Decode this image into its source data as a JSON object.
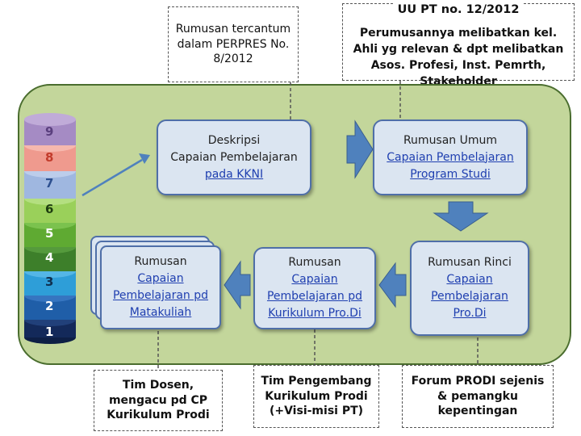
{
  "top_boxes": {
    "perpres": "Rumusan tercantum dalam PERPRES No. 8/2012",
    "uu_title": "UU PT no. 12/2012",
    "uu_body": "Perumusannya melibatkan kel. Ahli yg relevan & dpt melibatkan Asos. Profesi, Inst. Pemrth, Stakeholder"
  },
  "levels": [
    "9",
    "8",
    "7",
    "6",
    "5",
    "4",
    "3",
    "2",
    "1"
  ],
  "level_colors": {
    "9": "#a58bc4",
    "8": "#ef9a8e",
    "7": "#9fb7e0",
    "6": "#9ad05a",
    "5": "#5faa32",
    "4": "#3d7f2a",
    "3": "#2e9ed8",
    "2": "#1f5ea8",
    "1": "#13295a"
  },
  "boxes": {
    "deskripsi": {
      "line1": "Deskripsi",
      "line2": "Capaian Pembelajaran",
      "link": "pada KKNI"
    },
    "umum": {
      "line1": "Rumusan Umum",
      "link1": "Capaian Pembelajaran",
      "link2": "Program Studi"
    },
    "rinci": {
      "line1": "Rumusan Rinci",
      "link1": "Capaian",
      "link2": "Pembelajaran",
      "link3": "Pro.Di"
    },
    "kurikulum": {
      "line1": "Rumusan",
      "link1": "Capaian",
      "link2": "Pembelajaran pd",
      "link3": "Kurikulum Pro.Di"
    },
    "matakuliah": {
      "line1": "Rumusan",
      "link1": "Capaian",
      "link2": "Pembelajaran pd",
      "link3": "Matakuliah"
    }
  },
  "bottom_boxes": {
    "dosen": "Tim Dosen, mengacu pd CP Kurikulum Prodi",
    "pengembang": "Tim Pengembang Kurikulum Prodi (+Visi-misi PT)",
    "forum": "Forum PRODI sejenis & pemangku kepentingan"
  },
  "colors": {
    "panel": "#c3d69b",
    "panel_border": "#4a6d2e",
    "box_fill": "#dbe5f1",
    "box_border": "#4f6fa8",
    "arrow": "#4f81bd",
    "link": "#1f3fb0"
  }
}
